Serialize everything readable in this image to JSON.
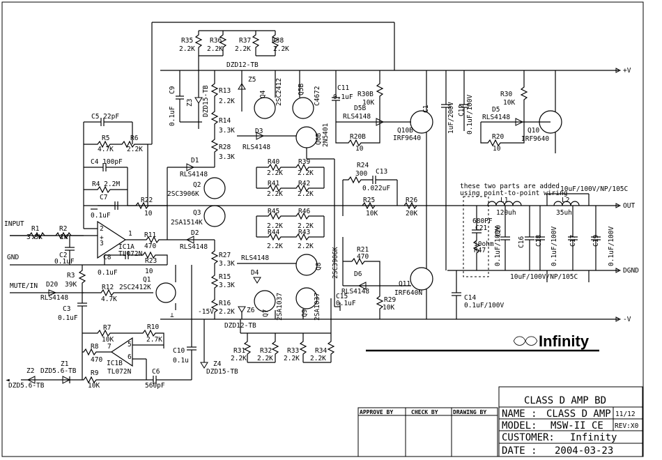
{
  "schematic": {
    "nets": {
      "input": "INPUT",
      "gnd": "GND",
      "mute": "MUTE/IN",
      "plus_v": "+V",
      "minus_v": "-V",
      "out": "OUT",
      "dgnd": "DGND",
      "minus15": "-15V"
    },
    "note": "these two parts are added\nusing point-to-point wiring",
    "logo": "Infinity",
    "components": {
      "R1": "R1",
      "R1v": "3.3K",
      "R2": "R2",
      "R2v": "1K",
      "C2": "C2",
      "C2v": "0.1uF",
      "C5": "C5 22pF",
      "R5": "R5",
      "R5v": "4.7K",
      "R6": "R6",
      "R6v": "2.2K",
      "C4": "C4 100pF",
      "R4": "R4 2.2M",
      "C7": "C7",
      "C7v": "0.1uF",
      "R22": "R22",
      "R22v": "10",
      "IC1A": "IC1A",
      "IC1Av": "TL072N",
      "R11": "R11",
      "R11v": "470",
      "C8": "C8",
      "C8v": "0.1uF",
      "R23": "R23",
      "R23v": "10",
      "R3": "R3",
      "R3v": "39K",
      "D20": "D20",
      "D20v": "RLS4148",
      "R12": "R12",
      "R12v": "4.7K",
      "Q1": "Q1",
      "Q1v": "2SC2412K",
      "C3": "C3",
      "C3v": "0.1uF",
      "R7": "R7",
      "R7v": "10K",
      "R10": "R10",
      "R10v": "2.7K",
      "R8": "R8",
      "R8v": "470",
      "IC1B": "IC1B",
      "IC1Bv": "TL072N",
      "R9": "R9",
      "R9v": "10K",
      "C6": "C6",
      "C6v": "560pF",
      "Z1": "Z1",
      "Z1v": "DZD5.6-TB",
      "Z2": "Z2",
      "Z2v": "DZD5.6-TB",
      "R35": "R35",
      "R35v": "2.2K",
      "R36": "R36",
      "R36v": "2.2K",
      "R37": "R37",
      "R37v": "2.2K",
      "R38": "R38",
      "R38v": "2.2K",
      "DZD12a": "DZD12-TB",
      "C9": "C9",
      "C9v": "0.1uF",
      "Z3": "Z3",
      "Z3v": "DZD15-TB",
      "R13": "R13",
      "R13v": "2.2K",
      "Z5": "Z5",
      "R14": "R14",
      "R14v": "3.3K",
      "R28": "R28",
      "R28v": "3.3K",
      "D1": "D1",
      "D1v": "RLS4148",
      "Q2": "Q2",
      "Q2v": "2SC3906K",
      "Q3": "Q3",
      "Q3v": "2SA1514K",
      "D2": "D2",
      "D2v": "RLS4148",
      "R27": "R27",
      "R27v": "3.3K",
      "R15": "R15",
      "R15v": "3.3K",
      "R16": "R16",
      "R16v": "2.2K",
      "Z6": "Z6",
      "DZD12b": "DZD12-TB",
      "C10": "C10",
      "C10v": "0.1u",
      "Z4": "Z4",
      "Z4v": "DZD15-TB",
      "Q4": "Q4",
      "Q4v": "2SC2412",
      "Q5B": "Q5B",
      "C4672": "C4672",
      "D3": "D3",
      "D3v": "RLS4148",
      "Q6B": "Q6B",
      "Q6Bv": "2N5401",
      "D4": "D4",
      "D4v": "RLS4148",
      "Q7": "Q7",
      "Q7v": "2SA1037",
      "Q8": "Q8",
      "Q8v": "2SC3906K",
      "Q9": "Q9",
      "Q9v": "2SA1037",
      "R40": "R40",
      "R40v": "2.2K",
      "R39": "R39",
      "R39v": "2.2K",
      "R41": "R41",
      "R41v": "2.2K",
      "R42": "R42",
      "R42v": "2.2K",
      "R45": "R45",
      "R45v": "2.2K",
      "R46": "R46",
      "R46v": "2.2K",
      "R44": "R44",
      "R44v": "2.2K",
      "R43": "R43",
      "R43v": "2.2K",
      "R31": "R31",
      "R31v": "2.2K",
      "R32": "R32",
      "R32v": "2.2K",
      "R33": "R33",
      "R33v": "2.2K",
      "R34": "R34",
      "R34v": "2.2K",
      "C11": "C11",
      "C11v": "0.1uF",
      "R30B": "R30B",
      "R30Bv": "10K",
      "D5B": "D5B",
      "D5Bv": "RLS4148",
      "R20B": "R20B",
      "R20Bv": "10",
      "Q10B": "Q10B",
      "Q10Bv": "IRF9640",
      "R24": "R24",
      "R24v": "300",
      "C13": "C13",
      "C13v": "0.022uF",
      "R25": "R25",
      "R25v": "10K",
      "R26": "R26",
      "R26v": "20K",
      "R21": "R21",
      "R21v": "470",
      "D6": "D6",
      "D6v": "RLS4148",
      "Q11": "Q11",
      "Q11v": "IRF640N",
      "R29": "R29",
      "R29v": "10K",
      "C15": "C15",
      "C15v": "0.1uF",
      "C1": "C1",
      "C1v": "1uF/200V",
      "C12": "C12",
      "C12v": "0.1uF/100V",
      "R30": "R30",
      "R30v": "10K",
      "D5": "D5",
      "D5v": "RLS4148",
      "R20": "R20",
      "R20v": "10",
      "Q10": "Q10",
      "Q10v": "IRF9640",
      "C14": "C14",
      "C14v": "0.1uF/100V",
      "L1": "L1",
      "L1v": "120uh",
      "L2": "L2",
      "L2v": "35uh",
      "Ltop": "10uF/100V/NP/105C",
      "C21": "C21",
      "C21v": "680PF",
      "R47": "R47",
      "R47v": "10ohm",
      "C20": "C20",
      "C20v": "0.1uF/100V",
      "C16": "C16",
      "C18": "C18",
      "C18v": "0.1uF/100V",
      "C17": "C17",
      "C19": "C19",
      "C19v": "0.1uF/100V",
      "Cnp": "10uF/100V/NP/105C"
    }
  },
  "title_block": {
    "approve_by": "APPROVE BY",
    "check_by": "CHECK BY",
    "drawing_by": "DRAWING BY",
    "title": "CLASS D AMP BD",
    "name_label": "NAME :",
    "name_value": "CLASS D AMP",
    "sheet": "11/12",
    "model_label": "MODEL:",
    "model_value": "MSW-II CE",
    "rev": "REV:X0",
    "customer_label": "CUSTOMER:",
    "customer_value": "Infinity",
    "date_label": "DATE  :",
    "date_value": "2004-03-23"
  }
}
